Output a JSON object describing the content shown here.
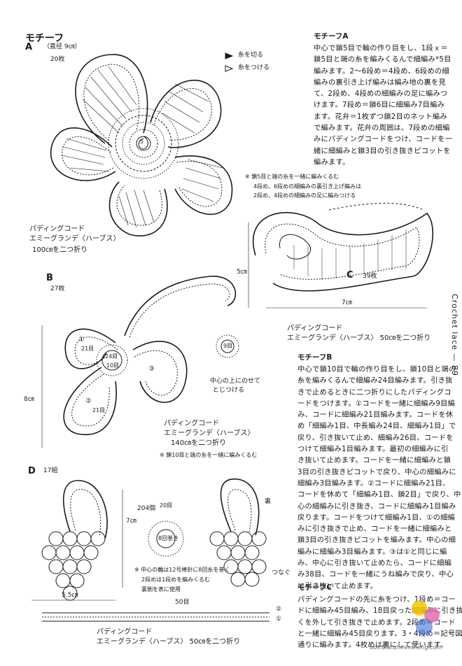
{
  "page_title": "モチーフ",
  "side_vertical": "Crochet lace",
  "page_number": "89",
  "motif_a": {
    "letter": "A",
    "size_note": "（直径 9㎝）",
    "count": "20枚",
    "legend_cut": "糸を切る",
    "legend_join": "糸をつける",
    "note1": "※ 鎖5目と端の糸を一緒に編みくるむ",
    "note2": "4段め、6段めの細編みの裏引き上げ編みは",
    "note3": "2段め、4段めの細編みの足に編みつける",
    "center_label": "5",
    "padding_1": "パディングコード",
    "padding_2": "エミーグランデ〈ハーブス〉",
    "padding_3": "100㎝を二つ折り"
  },
  "motif_b": {
    "letter": "B",
    "count": "27枚",
    "dim_height": "8㎝",
    "n1": "①",
    "n2": "②",
    "n3": "③",
    "lbl_1": "21目",
    "lbl_2": "21目",
    "center_a": "24目",
    "center_b": "10目",
    "ring_label": "9目",
    "ring_note_1": "中心の上にのせて",
    "ring_note_2": "とじつける",
    "padding_1": "パディングコード",
    "padding_2": "エミーグランデ〈ハーブス〉",
    "padding_3": "140㎝を二つ折り",
    "note": "※ 鎖10目と端の糸を一緒に編みくるむ"
  },
  "motif_c": {
    "letter": "C",
    "count": "39枚",
    "dim_h": "5㎝",
    "dim_w": "7㎝",
    "padding_1": "パディングコード",
    "padding_2": "エミーグランデ〈ハーブス〉 50㎝を二つ折り"
  },
  "motif_d": {
    "letter": "D",
    "count": "17組",
    "dim_h": "7㎝",
    "dim_w": "5.5㎝",
    "count_204": "204個",
    "count_20": "20目",
    "center_wrap": "8回巻き",
    "back_label": "裏",
    "join_label": "つなぐ",
    "note1": "※ 中心の輪は12号棒針に8回糸を巻く",
    "note2": "2段めは1段めを編みくるむ",
    "note3": "裏側を表に使用",
    "len_50": "50目",
    "circle_2": "②",
    "circle_1": "①",
    "padding_1": "パディングコード",
    "padding_2": "エミーグランデ〈ハーブス〉 50㎝を二つ折り"
  },
  "text_a": {
    "heading": "モチーフA",
    "lines": [
      "中心で鎖5目で輪の作り目をし、1段ｘ＝",
      "鎖5目と端の糸を編みくるんで細編み*5目",
      "編みます。2〜6段め＝4段め、6段めの細",
      "編みの裏引き上げ編みは編み地の裏を見",
      "て、2段め、4段めの細編みの足に編みつ",
      "けます。7段め＝鎖6目に細編み7目編み",
      "ます。花弁＝1枚ずつ鎖2目のネット編み",
      "で編みます。花弁の周囲は、7段めの細編",
      "みにパディングコードをつけ、コードを一",
      "緒に細編みと鎖3目の引き抜きピコットを",
      "編みます。"
    ]
  },
  "text_b": {
    "heading": "モチーフB",
    "lines": [
      "中心で鎖10目で輪の作り目をし、鎖10目と端の",
      "糸を編みくるんで細編み24目編みます。引き抜",
      "きで止めるときに二つ折りにしたパディングコ",
      "ードをつけます。①コードを一緒に細編み9目編",
      "み、コードに細編み21目編みます。コードを休",
      "め「細編み1目、中長編み24目、細編み1目」で",
      "戻り、引き抜いて止め、細編み26目、コードを",
      "つけて細編み1目編みます。最初の細編みに引",
      "き抜いて止めます。コードを一緒に細編みと鎖",
      "3目の引き抜きピコットで戻り、中心の細編みに",
      "細編み3目編みます。②コードに細編み21目、",
      "コードを休めて「細編み1目、鎖2目」で戻り、中",
      "心の細編みに引き抜き、コードに細編み1目編み",
      "戻ります。コードをつけて細編み1目、①の細編",
      "みに引き抜きで止め、コードを一緒に細編みと",
      "鎖3目の引き抜きピコットを編みます。中心の細",
      "編みに細編み3目編みます。③は①と同じに編",
      "み、中心に引き抜いて止めたら、コードに細編",
      "み38目、コードを一緒にうね編みで戻り、中心",
      "に引き抜いて止めます。"
    ]
  },
  "text_c": {
    "heading": "モチーフC",
    "lines": [
      "パディングコードの先に糸をつけ、1段め＝コー",
      "ドに細編み45目編み、18目戻った細編みに引き抜",
      "くを外して引き抜きで止めます。2段め＝コード",
      "と一緒に細編み45目戻ります。3・4段め＝記号図",
      "通りに編みます。4枚めは裏にして使います。"
    ]
  },
  "watermark": "bbs.Bianzhirensheng.com",
  "colors": {
    "ink": "#1a1a1a",
    "paper": "#ffffff",
    "watermark_pink": "#e066a8",
    "watermark_yellow": "#f5c400",
    "watermark_blue": "#3a6fd8"
  }
}
